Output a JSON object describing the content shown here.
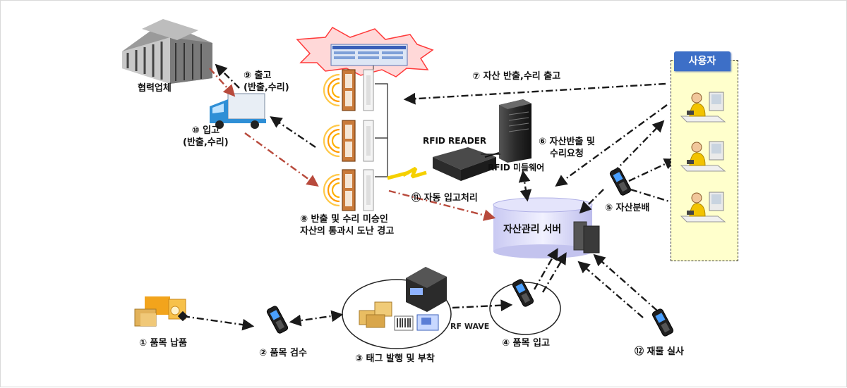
{
  "partner": {
    "label": "협력업체"
  },
  "labels": {
    "shipment_out": [
      "⑨ 출고",
      "(반출,수리)"
    ],
    "receipt_in": [
      "⑩ 입고",
      "(반출,수리)"
    ],
    "asset_out": "⑦ 자산 반출,수리 출고",
    "request": [
      "⑥ 자산반출 및",
      "수리요청"
    ],
    "auto_receipt": "⑪ 자동 입고처리",
    "theft_alarm": [
      "⑧ 반출 및 수리 미승인",
      "자산의 통과시 도난 경고"
    ],
    "distribution": "⑤ 자산분배",
    "delivery": "① 품목 납품",
    "inspection": "② 품목 검수",
    "tagging": "③ 태그 발행 및 부착",
    "item_receipt": "④ 품목 입고",
    "stocktaking": "⑫ 재물 실사"
  },
  "rfid_reader": "RFID READER",
  "middleware": "RFID 미들웨어",
  "server": "자산관리 서버",
  "rf_wave": "RF WAVE",
  "user": {
    "tab": "사용자"
  },
  "colors": {
    "dash_black": "#1a1a1a",
    "dash_red": "#b84a3c",
    "user_tab": "#3d6fc7",
    "user_panel": "#ffffcc"
  },
  "icons": [
    "building-icon",
    "truck-icon",
    "rfid-gate-icon",
    "alarm-monitor-icon",
    "server-tower-icon",
    "rfid-reader-icon",
    "database-server-icon",
    "handheld-reader-icon",
    "barcode-printer-icon",
    "boxes-icon",
    "forklift-icon",
    "office-user-icon"
  ]
}
